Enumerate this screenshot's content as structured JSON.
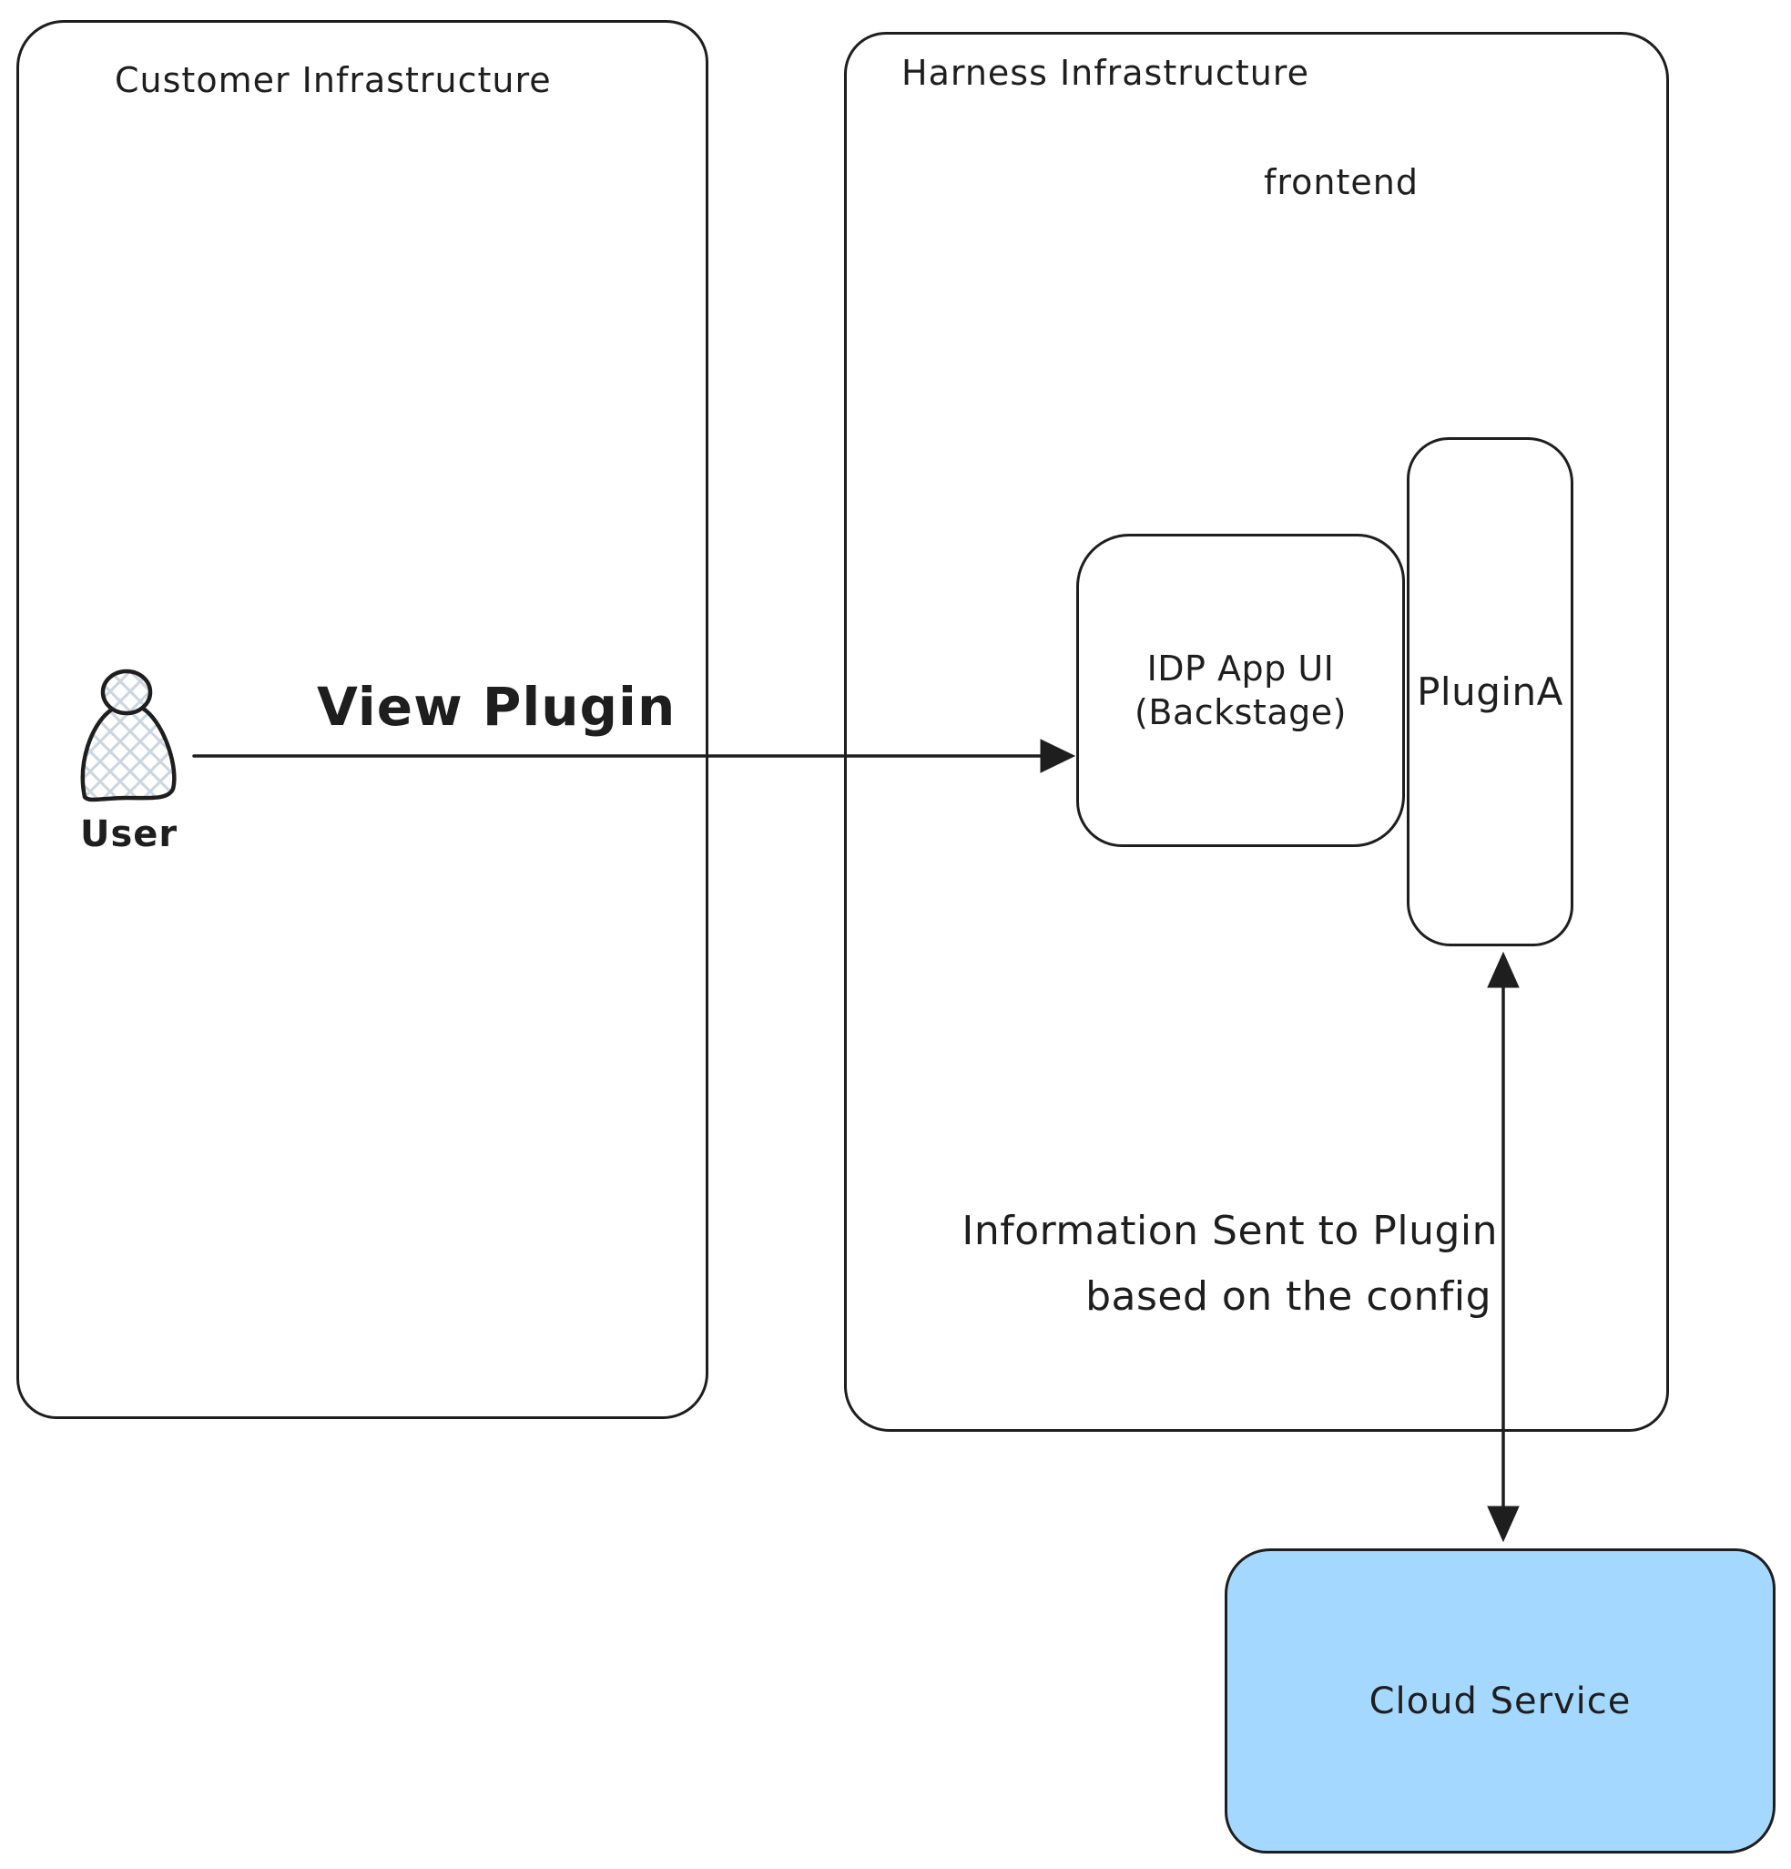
{
  "colors": {
    "stroke": "#1e1e1e",
    "cloud_fill": "#a5d8ff",
    "hatch": "#ccd6e0",
    "bg": "#ffffff"
  },
  "customer_box": {
    "title": "Customer Infrastructure"
  },
  "harness_box": {
    "title": "Harness Infrastructure",
    "frontend_label": "frontend"
  },
  "user": {
    "label": "User"
  },
  "idp_box": {
    "line1": "IDP App UI",
    "line2": "(Backstage)"
  },
  "plugin_box": {
    "label": "PluginA"
  },
  "cloud_box": {
    "label": "Cloud Service"
  },
  "arrows": {
    "view_plugin_label": "View Plugin",
    "info_line1": "Information Sent to Plugin",
    "info_line2": "based on the config"
  }
}
